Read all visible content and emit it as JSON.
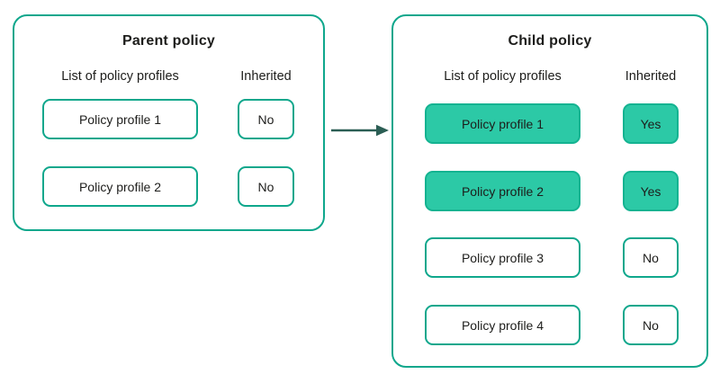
{
  "diagram": {
    "description_colors": {
      "accent_border": "#0fa78c",
      "accent_fill": "#2cc9a6",
      "arrow": "#2b5e54",
      "text": "#1d1d1b",
      "background": "#ffffff"
    }
  },
  "parent_panel": {
    "title": "Parent policy",
    "col1_header": "List of policy profiles",
    "col2_header": "Inherited",
    "rows": [
      {
        "profile": "Policy profile 1",
        "inherited": "No",
        "highlighted": false
      },
      {
        "profile": "Policy profile 2",
        "inherited": "No",
        "highlighted": false
      }
    ]
  },
  "child_panel": {
    "title": "Child policy",
    "col1_header": "List of policy profiles",
    "col2_header": "Inherited",
    "rows": [
      {
        "profile": "Policy profile 1",
        "inherited": "Yes",
        "highlighted": true
      },
      {
        "profile": "Policy profile 2",
        "inherited": "Yes",
        "highlighted": true
      },
      {
        "profile": "Policy profile 3",
        "inherited": "No",
        "highlighted": false
      },
      {
        "profile": "Policy profile 4",
        "inherited": "No",
        "highlighted": false
      }
    ]
  }
}
